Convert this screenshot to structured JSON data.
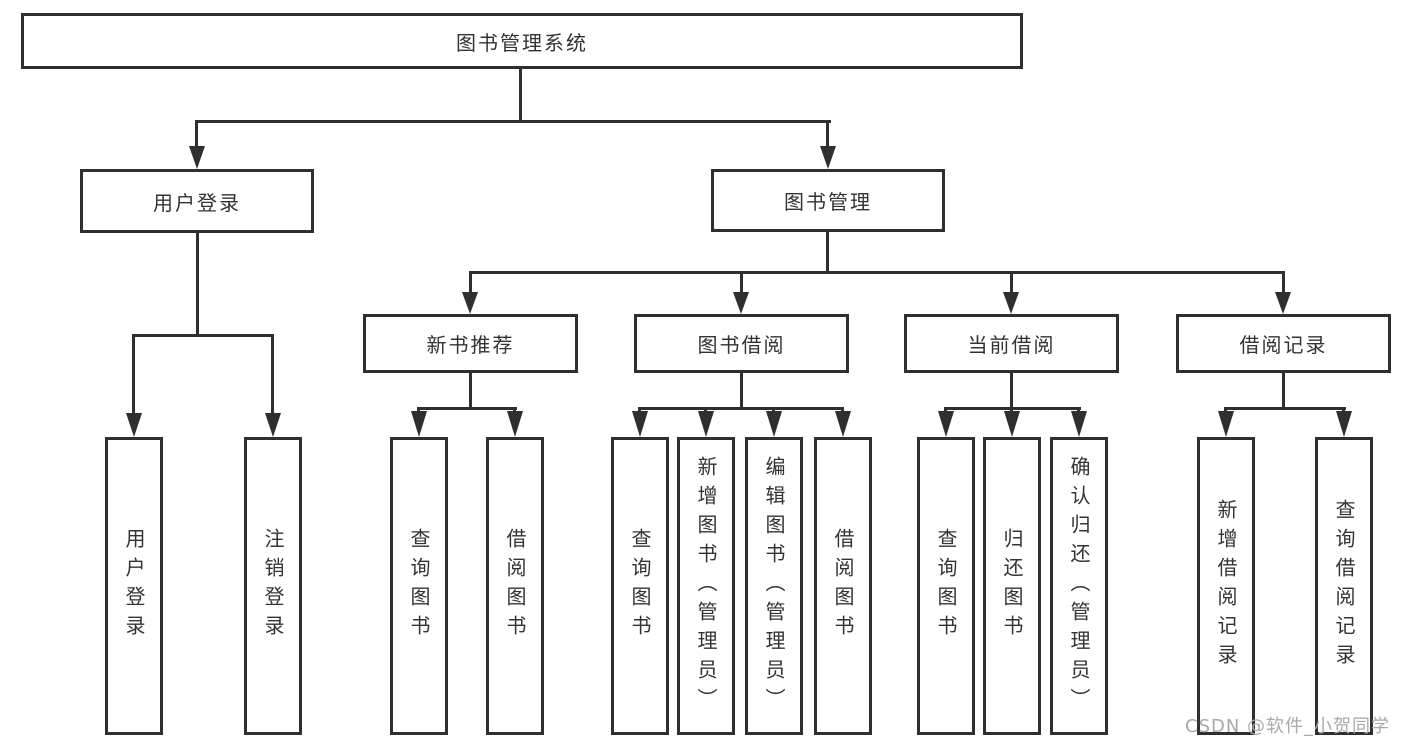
{
  "tree": {
    "root": {
      "label": "图书管理系统"
    },
    "branches": [
      {
        "label": "用户登录",
        "children": [
          {
            "label": "用户登录"
          },
          {
            "label": "注销登录"
          }
        ]
      },
      {
        "label": "图书管理",
        "children": [
          {
            "label": "新书推荐",
            "children": [
              {
                "label": "查询图书"
              },
              {
                "label": "借阅图书"
              }
            ]
          },
          {
            "label": "图书借阅",
            "children": [
              {
                "label": "查询图书"
              },
              {
                "label": "新增图书（管理员）"
              },
              {
                "label": "编辑图书（管理员）"
              },
              {
                "label": "借阅图书"
              }
            ]
          },
          {
            "label": "当前借阅",
            "children": [
              {
                "label": "查询图书"
              },
              {
                "label": "归还图书"
              },
              {
                "label": "确认归还（管理员）"
              }
            ]
          },
          {
            "label": "借阅记录",
            "children": [
              {
                "label": "新增借阅记录"
              },
              {
                "label": "查询借阅记录"
              }
            ]
          }
        ]
      }
    ]
  },
  "watermark": {
    "text": "CSDN @软件_小贺同学"
  },
  "colors": {
    "stroke": "#2f2f2f",
    "text": "#333333",
    "background": "#ffffff",
    "watermark": "#a9a9ad"
  }
}
